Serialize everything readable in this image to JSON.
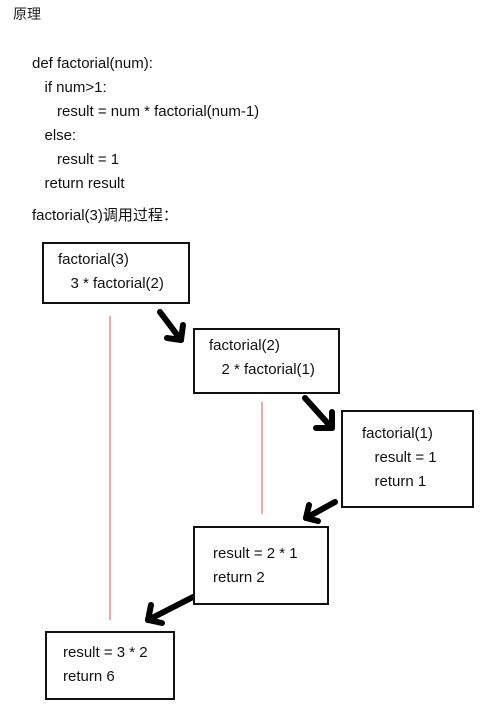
{
  "heading": "原理",
  "code": {
    "lines": [
      "def factorial(num):",
      "   if num>1:",
      "      result = num * factorial(num-1)",
      "   else:",
      "      result = 1",
      "   return result"
    ]
  },
  "caption": "factorial(3)调用过程：",
  "boxes": {
    "call3": {
      "line1": "factorial(3)",
      "line2": "   3 * factorial(2)"
    },
    "call2": {
      "line1": "factorial(2)",
      "line2": "   2 * factorial(1)"
    },
    "call1": {
      "line1": "factorial(1)",
      "line2": "   result = 1",
      "line3": "   return 1"
    },
    "ret2": {
      "line1": "result = 2 * 1",
      "line2": "return 2"
    },
    "ret3": {
      "line1": "result = 3 * 2",
      "line2": "return 6"
    }
  },
  "colors": {
    "stack_line": "#d9534f",
    "arrow": "#000000",
    "border": "#111111"
  }
}
